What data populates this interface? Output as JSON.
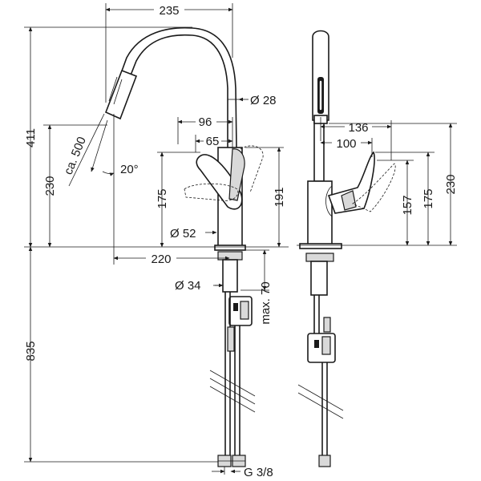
{
  "front_view": {
    "width_top": "235",
    "spout_diameter": "Ø 28",
    "lever_96": "96",
    "lever_65": "65",
    "height_total": "411",
    "spray_reach": "ca. 500",
    "height_230": "230",
    "angle": "20°",
    "height_175": "175",
    "height_191": "191",
    "base_diameter": "Ø 52",
    "reach": "220",
    "hole_diameter": "Ø 34",
    "max_thickness": "max. 70",
    "below_counter": "835",
    "thread": "G 3/8"
  },
  "side_view": {
    "dim_136": "136",
    "dim_100": "100",
    "height_157": "157",
    "height_175": "175",
    "height_230": "230"
  }
}
